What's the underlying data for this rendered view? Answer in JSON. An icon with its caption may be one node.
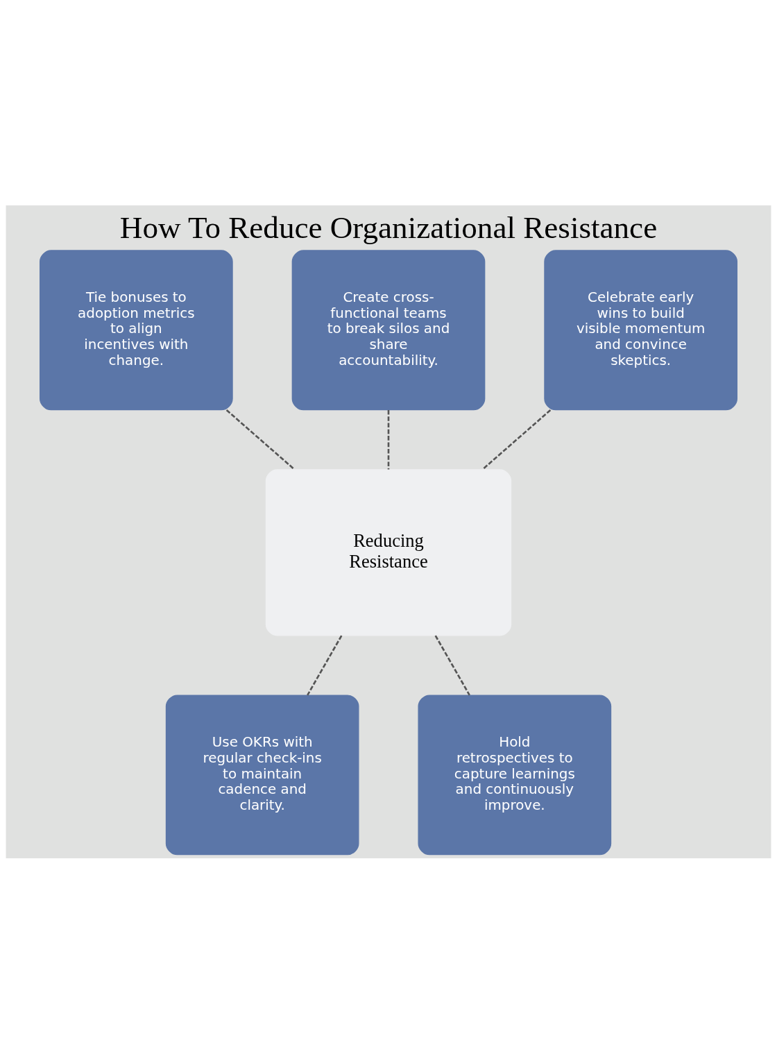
{
  "diagram": {
    "title": "How To Reduce Organizational Resistance",
    "nodes": [
      {
        "text": [
          "Tie bonuses to adoption metrics to align incentives with change."
        ]
      },
      {
        "text": [
          "Create cross-functional teams to break silos and share accountability."
        ]
      },
      {
        "text": [
          "Celebrate early wins to build visible momentum and convince skeptics."
        ]
      },
      {
        "text": [
          "Reducing Resistance"
        ]
      },
      {
        "text": [
          "Use OKRs with regular check-ins to maintain cadence and clarity."
        ]
      },
      {
        "text": [
          "Hold retrospectives to capture learnings and continuously improve."
        ]
      }
    ],
    "edges": [
      {
        "from": 0,
        "to": 3,
        "arrow": "none",
        "style": "dashed"
      },
      {
        "from": 1,
        "to": 3,
        "arrow": "none",
        "style": "dashed"
      },
      {
        "from": 2,
        "to": 3,
        "arrow": "none",
        "style": "dashed"
      },
      {
        "from": 3,
        "to": 4,
        "arrow": "none",
        "style": "dashed"
      },
      {
        "from": 3,
        "to": 5,
        "arrow": "none",
        "style": "dashed"
      }
    ]
  }
}
